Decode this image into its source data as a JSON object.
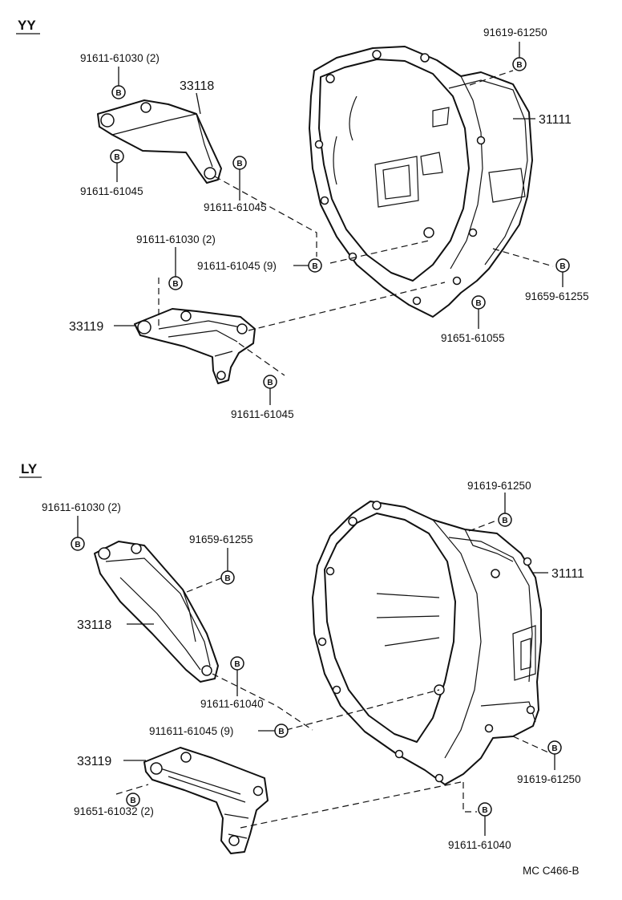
{
  "sections": {
    "yy": "YY",
    "ly": "LY"
  },
  "yy": {
    "labels": {
      "c1": "91611-61030 (2)",
      "c2": "33118",
      "c3": "91611-61045",
      "c4": "91611-61045",
      "c5": "91619-61250",
      "c6": "31111",
      "c7": "91611-61030 (2)",
      "c8": "91611-61045 (9)",
      "c9": "33119",
      "c10": "91659-61255",
      "c11": "91651-61055",
      "c12": "91611-61045"
    }
  },
  "ly": {
    "labels": {
      "c1": "91611-61030 (2)",
      "c2": "91659-61255",
      "c3": "33118",
      "c4": "91611-61040",
      "c5": "91619-61250",
      "c6": "31111",
      "c7": "911611-61045 (9)",
      "c8": "33119",
      "c9": "91651-61032 (2)",
      "c10": "91619-61250",
      "c11": "91611-61040"
    }
  },
  "bolt_marker": "B",
  "footer_code": "MC  C466-B"
}
